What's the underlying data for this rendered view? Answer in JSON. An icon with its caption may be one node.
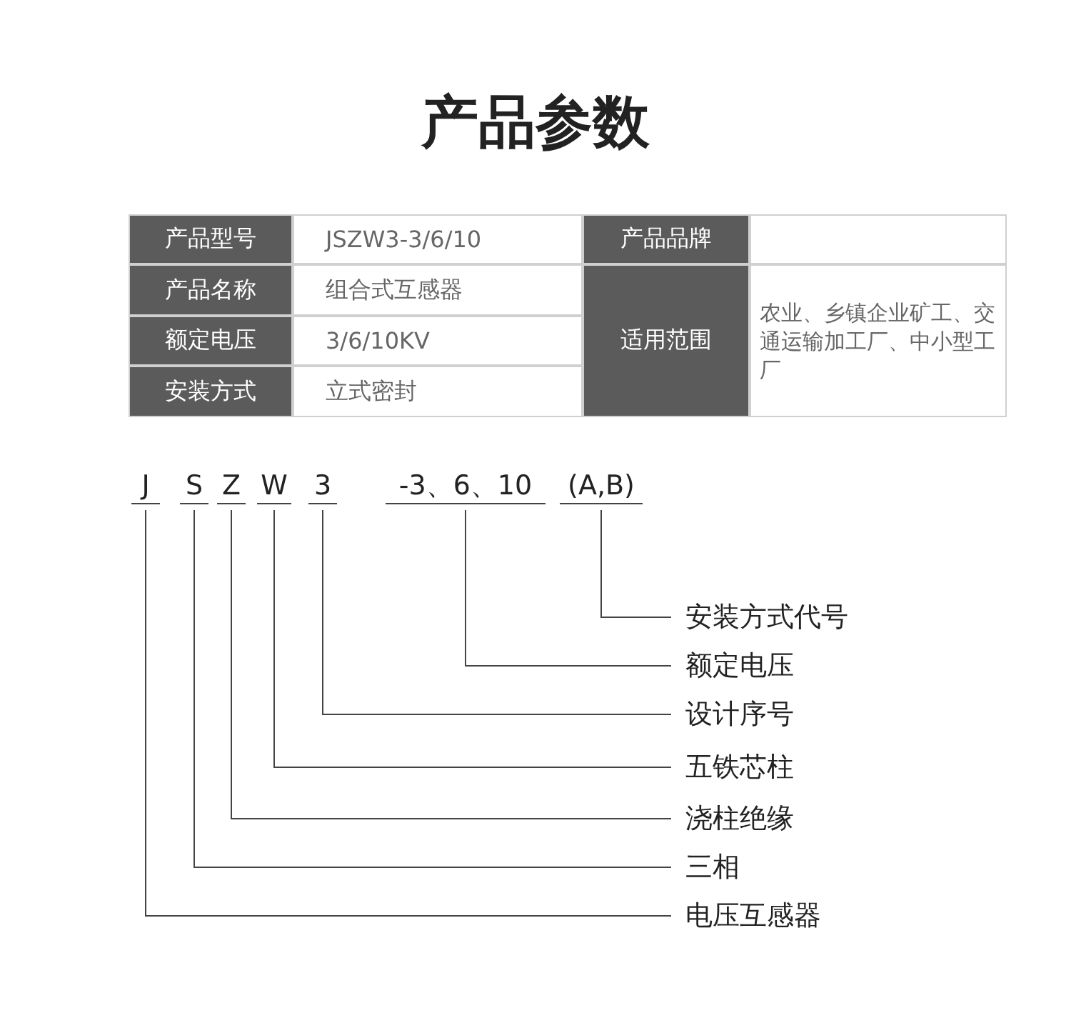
{
  "diagram": {
    "title": "产品参数",
    "nodes": [
      {
        "text": [
          "J"
        ]
      },
      {
        "text": [
          "S"
        ]
      },
      {
        "text": [
          "Z"
        ]
      },
      {
        "text": [
          "W"
        ]
      },
      {
        "text": [
          "3"
        ]
      },
      {
        "text": [
          "-3、6、10"
        ]
      },
      {
        "text": [
          "(A,B)"
        ]
      },
      {
        "text": [
          "安装方式代号"
        ]
      },
      {
        "text": [
          "额定电压"
        ]
      },
      {
        "text": [
          "设计序号"
        ]
      },
      {
        "text": [
          "五铁芯柱"
        ]
      },
      {
        "text": [
          "浇柱绝缘"
        ]
      },
      {
        "text": [
          "三相"
        ]
      },
      {
        "text": [
          "电压互感器"
        ]
      }
    ],
    "edges": [
      {
        "from": 6,
        "to": 7,
        "arrow": "none"
      },
      {
        "from": 5,
        "to": 8,
        "arrow": "none"
      },
      {
        "from": 4,
        "to": 9,
        "arrow": "none"
      },
      {
        "from": 3,
        "to": 10,
        "arrow": "none"
      },
      {
        "from": 2,
        "to": 11,
        "arrow": "none"
      },
      {
        "from": 1,
        "to": 12,
        "arrow": "none"
      },
      {
        "from": 0,
        "to": 13,
        "arrow": "none"
      }
    ],
    "labels": [
      "产品型号",
      "JSZW3-3/6/10",
      "产品品牌",
      "产品名称",
      "组合式互感器",
      "适用范围",
      "农业、乡镇企业矿工、交通运输加工厂、中小型工厂",
      "额定电压",
      "3/6/10KV",
      "安装方式",
      "立式密封"
    ]
  }
}
